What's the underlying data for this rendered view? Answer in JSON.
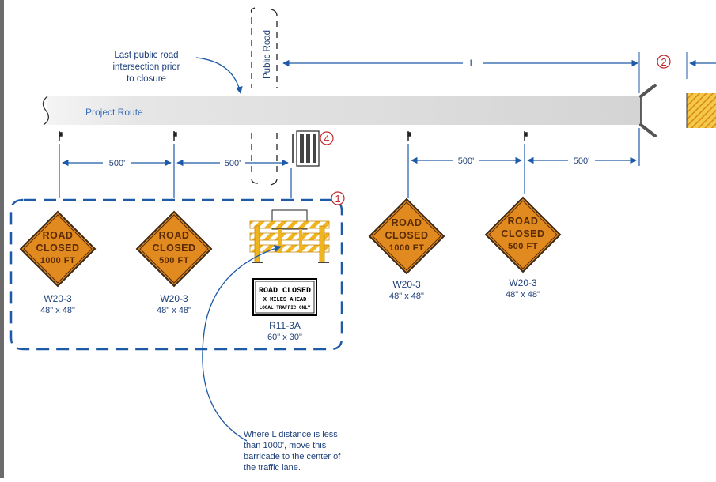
{
  "intersection_note": [
    "Last public road",
    "intersection prior",
    "to closure"
  ],
  "public_road_label": "Public Road",
  "project_route_label": "Project Route",
  "length_label": "L",
  "callouts": {
    "c1": "1",
    "c2": "2",
    "c4": "4"
  },
  "spacing": {
    "left_1": "500'",
    "left_2": "500'",
    "right_1": "500'",
    "right_2": "500'"
  },
  "signs": [
    {
      "line1": "ROAD",
      "line2": "CLOSED",
      "line3": "1000 FT",
      "code": "W20-3",
      "size": "48\" x 48\""
    },
    {
      "line1": "ROAD",
      "line2": "CLOSED",
      "line3": "500 FT",
      "code": "W20-3",
      "size": "48\" x 48\""
    },
    {
      "line1": "ROAD",
      "line2": "CLOSED",
      "line3": "1000 FT",
      "code": "W20-3",
      "size": "48\" x 48\""
    },
    {
      "line1": "ROAD",
      "line2": "CLOSED",
      "line3": "500 FT",
      "code": "W20-3",
      "size": "48\" x 48\""
    }
  ],
  "barricade_sign": {
    "line1": "ROAD CLOSED",
    "line2": "X MILES AHEAD",
    "line3": "LOCAL TRAFFIC ONLY",
    "code": "R11-3A",
    "size": "60\" x 30\""
  },
  "bottom_note": [
    "Where L distance is less",
    "than 1000', move this",
    "barricade to the center of",
    "the traffic lane."
  ],
  "colors": {
    "sign_orange": "#e08a1f",
    "sign_text": "#5a2a05",
    "blue": "#1e5aa8",
    "road": "#dcdcdc",
    "callout": "#c0282b",
    "barricade_stripe": "#f0b41e"
  }
}
